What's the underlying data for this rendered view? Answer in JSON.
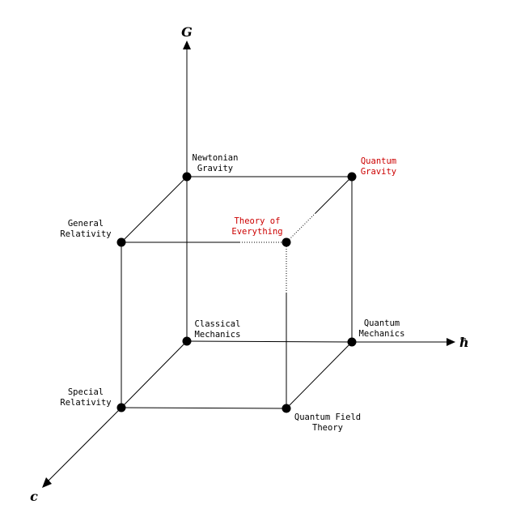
{
  "axes": {
    "vertical": "G",
    "horizontal": "ħ",
    "diagonal": "c"
  },
  "nodes": {
    "classical_mechanics": [
      "Classical",
      "Mechanics"
    ],
    "newtonian_gravity": [
      "Newtonian",
      "Gravity"
    ],
    "quantum_mechanics": [
      "Quantum",
      "Mechanics"
    ],
    "quantum_gravity": [
      "Quantum",
      "Gravity"
    ],
    "special_relativity": [
      "Special",
      "Relativity"
    ],
    "general_relativity": [
      "General",
      "Relativity"
    ],
    "quantum_field_theory": [
      "Quantum Field",
      "Theory"
    ],
    "theory_of_everything": [
      "Theory of",
      "Everything"
    ]
  },
  "colors": {
    "line": "#000000",
    "highlight": "#cc0000"
  }
}
